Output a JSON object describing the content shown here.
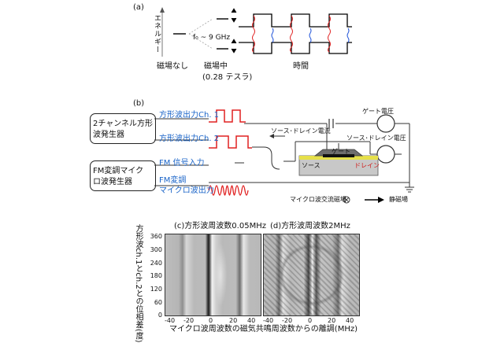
{
  "panel_a": {
    "label": "(a)",
    "energy_axis": "エネルギー",
    "freq": "f₀ ~ 9 GHz",
    "no_field": "磁場なし",
    "in_field": "磁場中",
    "field_value": "(0.28 テスラ)",
    "time": "時間"
  },
  "panel_b": {
    "label": "(b)",
    "gen2ch": [
      "2チャンネル方形",
      "波発生器"
    ],
    "fm_gen": [
      "FM変調マイク",
      "ロ波発生器"
    ],
    "ch1": "方形波出力Ch. 1",
    "ch2": "方形波出力Ch. 2",
    "fm_in": "FM 信号入力",
    "fm_mod": "FM変調",
    "mw_out": "マイクロ波出力",
    "gate_voltage": "ゲート電圧",
    "sd_current": "ソース･ドレイン電流",
    "sd_voltage": "ソース･ドレイン電圧",
    "gate": "ゲート",
    "source": "ソース",
    "drain": "ドレイン",
    "mw_field": "マイクロ波交流磁場",
    "static_field": "静磁場",
    "colors": {
      "signal": "#e02020",
      "label": "#1a64c8"
    }
  },
  "panel_c": {
    "title": "(c)方形波周波数0.05MHz",
    "x_ticks": [
      "-40",
      "-20",
      "0",
      "20",
      "40"
    ],
    "y_ticks": [
      "360",
      "300",
      "240",
      "180",
      "120",
      "60",
      "0"
    ]
  },
  "panel_d": {
    "title": "(d)方形波周波数2MHz",
    "x_ticks": [
      "-40",
      "-20",
      "0",
      "20",
      "40"
    ]
  },
  "axes": {
    "y_label": "方形波ch.1とch.2との位相差(度)",
    "x_label": "マイクロ波周波数の磁気共鳴周波数からの離調(MHz)"
  }
}
